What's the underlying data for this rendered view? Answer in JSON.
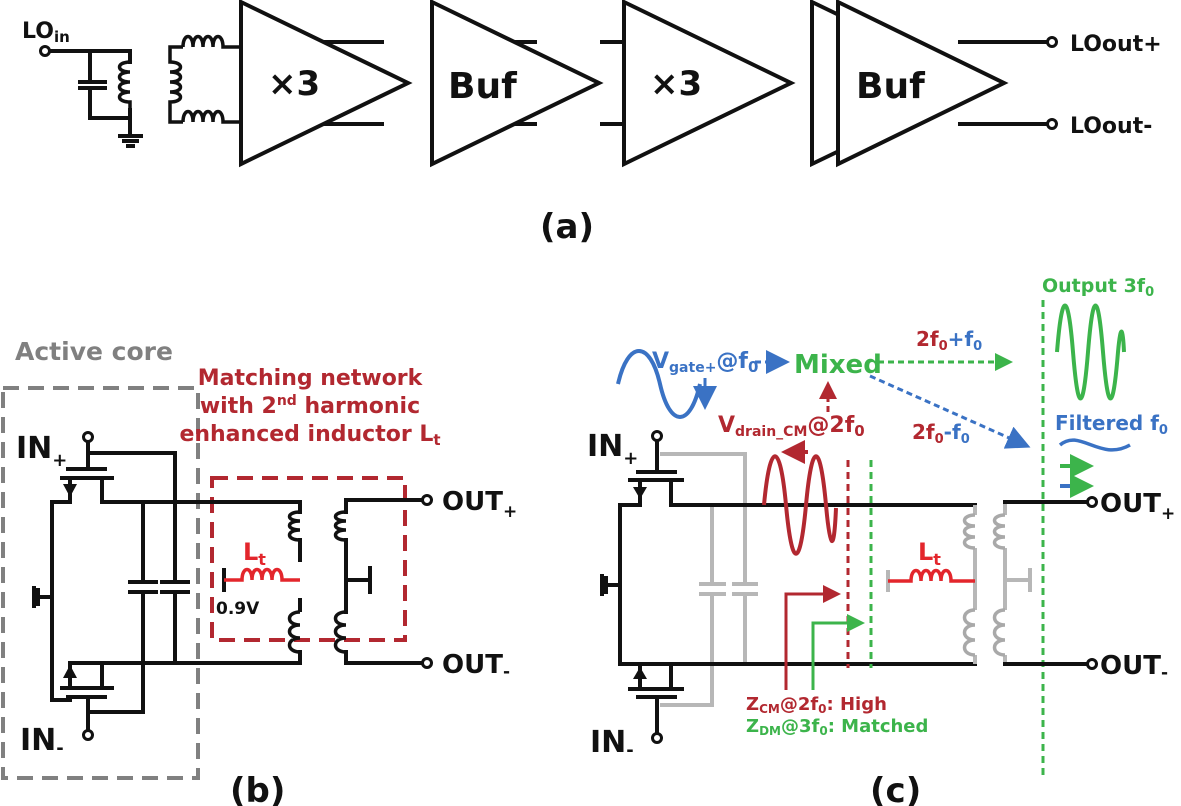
{
  "colors": {
    "black": "#111111",
    "gray": "#808080",
    "light_gray": "#b7b7b7",
    "dark_red": "#b22830",
    "red": "#e3262c",
    "green": "#3cb44b",
    "blue": "#3a72c4"
  },
  "panel_a": {
    "caption": "(a)",
    "input_label": "LO",
    "input_sub": "in",
    "blocks": [
      {
        "label": "×3"
      },
      {
        "label": "Buf"
      },
      {
        "label": "×3"
      },
      {
        "label": "Buf"
      }
    ],
    "out_plus": "LOout+",
    "out_minus": "LOout-"
  },
  "panel_b": {
    "caption": "(b)",
    "active_core_label": "Active core",
    "matching_title_1": "Matching network",
    "matching_title_2a": "with 2",
    "matching_title_2sup": "nd",
    "matching_title_2b": " harmonic",
    "matching_title_3": "enhanced inductor L",
    "matching_title_3sub": "t",
    "in_plus": "IN",
    "in_plus_sub": "+",
    "in_minus": "IN",
    "in_minus_sub": "-",
    "out_plus": "OUT",
    "out_plus_sub": "+",
    "out_minus": "OUT",
    "out_minus_sub": "-",
    "lt_label": "L",
    "lt_sub": "t",
    "bias_label": "0.9V"
  },
  "panel_c": {
    "caption": "(c)",
    "vgate": "V",
    "vgate_sub": "gate+",
    "vgate_freq": "@f",
    "vgate_freq_sub": "0",
    "mixed": "Mixed",
    "vdrain": "V",
    "vdrain_sub": "drain_CM",
    "vdrain_freq": "@2f",
    "vdrain_freq_sub": "0",
    "sum_a": "2f",
    "sum_a_sub": "0",
    "sum_op": "+",
    "sum_b": "f",
    "sum_b_sub": "0",
    "diff_a": "2f",
    "diff_a_sub": "0",
    "diff_op": "-",
    "diff_b": "f",
    "diff_b_sub": "0",
    "output_label": "Output 3f",
    "output_sub": "0",
    "filtered_label": "Filtered f",
    "filtered_sub": "0",
    "zcm": "Z",
    "zcm_sub": "CM",
    "zcm_rest": "@2f",
    "zcm_rest_sub": "0",
    "zcm_value": ": High",
    "zdm": "Z",
    "zdm_sub": "DM",
    "zdm_rest": "@3f",
    "zdm_rest_sub": "0",
    "zdm_value": ": Matched",
    "in_plus": "IN",
    "in_plus_sub": "+",
    "in_minus": "IN",
    "in_minus_sub": "-",
    "out_plus": "OUT",
    "out_plus_sub": "+",
    "out_minus": "OUT",
    "out_minus_sub": "-",
    "lt_label": "L",
    "lt_sub": "t"
  }
}
